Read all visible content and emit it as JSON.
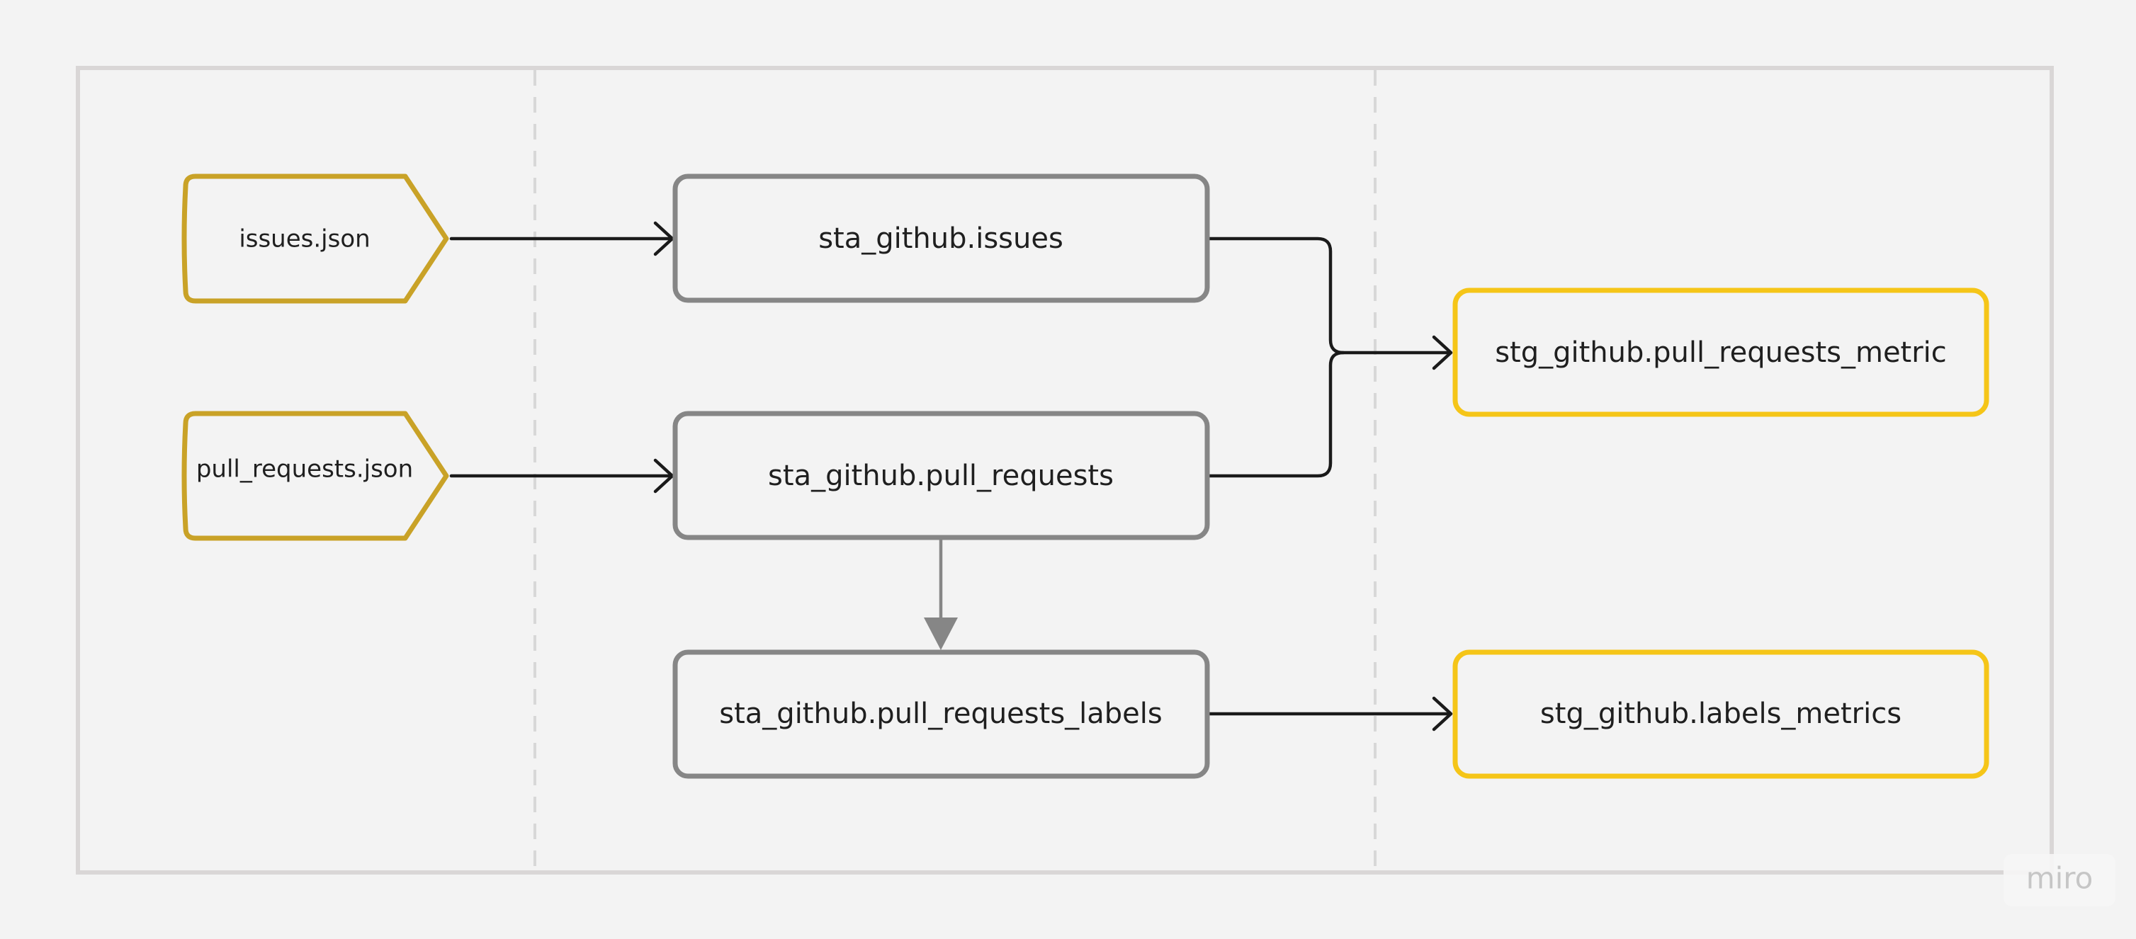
{
  "diagram": {
    "sources": {
      "issues": "issues.json",
      "pull_requests": "pull_requests.json"
    },
    "staging": {
      "issues": "sta_github.issues",
      "pull_requests": "sta_github.pull_requests",
      "pull_requests_labels": "sta_github.pull_requests_labels"
    },
    "outputs": {
      "pull_requests_metric": "stg_github.pull_requests_metric",
      "labels_metrics": "stg_github.labels_metrics"
    },
    "colors": {
      "source_border": "#c9a227",
      "staging_border": "#868686",
      "output_border": "#f5c518",
      "connector": "#1a1a1a",
      "dependency": "#868686",
      "frame": "#d9d6d6",
      "lane_divider": "#d7d7d7"
    }
  },
  "watermark": {
    "text": "miro"
  }
}
